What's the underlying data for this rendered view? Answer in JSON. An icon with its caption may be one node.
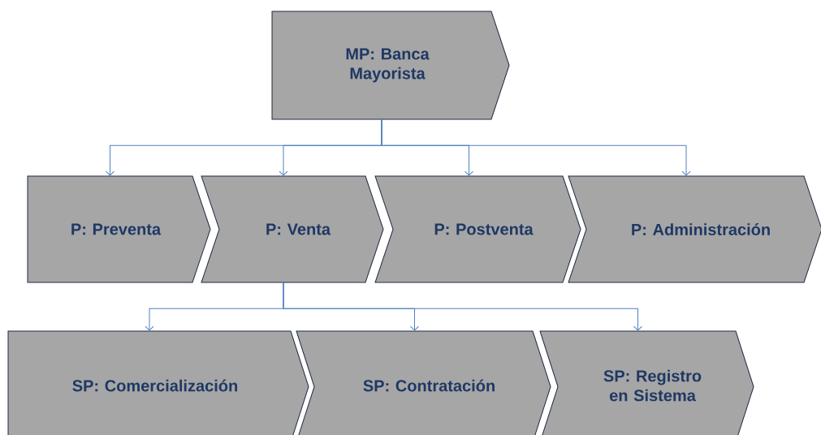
{
  "diagram": {
    "nodes": [
      {
        "text": [
          "MP: Banca Mayorista"
        ]
      },
      {
        "text": [
          "P: Preventa"
        ]
      },
      {
        "text": [
          "P: Venta"
        ]
      },
      {
        "text": [
          "P: Postventa"
        ]
      },
      {
        "text": [
          "P: Administración"
        ]
      },
      {
        "text": [
          "SP: Comercialización"
        ]
      },
      {
        "text": [
          "SP: Contratación"
        ]
      },
      {
        "text": [
          "SP: Registro en Sistema"
        ]
      }
    ],
    "edges": [
      {
        "from": 0,
        "to": 1,
        "arrow": "to"
      },
      {
        "from": 0,
        "to": 2,
        "arrow": "to"
      },
      {
        "from": 0,
        "to": 3,
        "arrow": "to"
      },
      {
        "from": 0,
        "to": 4,
        "arrow": "to"
      },
      {
        "from": 2,
        "to": 5,
        "arrow": "to"
      },
      {
        "from": 2,
        "to": 6,
        "arrow": "to"
      },
      {
        "from": 2,
        "to": 7,
        "arrow": "to"
      }
    ]
  }
}
